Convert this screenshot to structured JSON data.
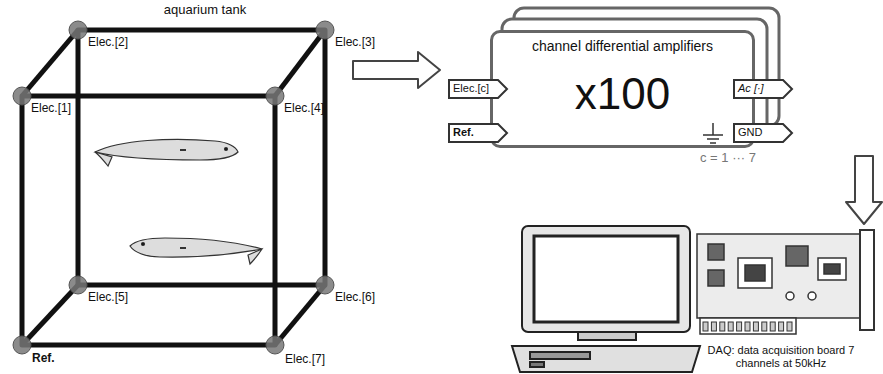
{
  "diagram": {
    "nodes": [
      {
        "text": [
          "aquarium tank"
        ]
      },
      {
        "text": [
          "channel differential amplifiers",
          "x100"
        ]
      },
      {
        "text": [
          "Elec.[c]"
        ],
        "in": 1
      },
      {
        "text": [
          "Ref."
        ],
        "in": 1
      },
      {
        "text": [
          "Ac [·]"
        ],
        "in": 1
      },
      {
        "text": [
          "GND"
        ],
        "in": 1
      },
      {
        "text": [
          "DAQ: data acquisition board 7 channels at 50kHz"
        ]
      }
    ],
    "edges": [
      {
        "from": 0,
        "to": 1,
        "arrow": "to"
      },
      {
        "from": 1,
        "to": 6,
        "arrow": "to"
      }
    ],
    "labels": [
      "Elec.[1]",
      "Elec.[2]",
      "Elec.[3]",
      "Elec.[4]",
      "Elec.[5]",
      "Elec.[6]",
      "Elec.[7]",
      "Ref.",
      "c = 1 ··· 7"
    ]
  }
}
